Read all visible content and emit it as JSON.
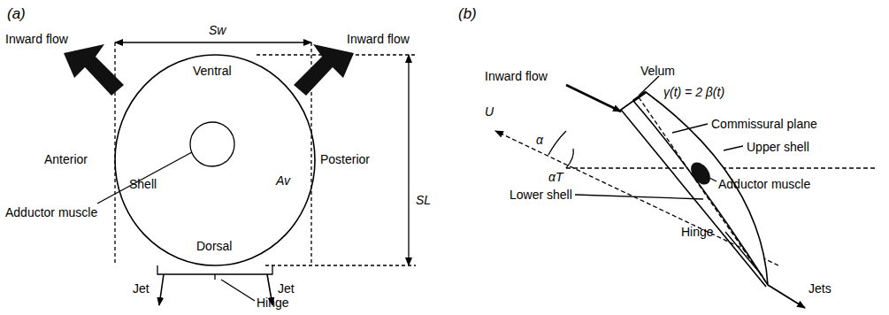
{
  "diagram": {
    "labels": [
      "(a)",
      "Sw",
      "Inward flow",
      "Inward flow",
      "Ventral",
      "Anterior",
      "Posterior",
      "Shell",
      "Adductor muscle",
      "Av",
      "Dorsal",
      "SL",
      "Jet",
      "Jet",
      "Hinge",
      "(b)",
      "Inward flow",
      "Velum",
      "γ(t) = 2 β(t)",
      "U",
      "α",
      "Commissural plane",
      "Upper shell",
      "αT",
      "Adductor muscle",
      "Lower shell",
      "Hinge",
      "Jets"
    ]
  }
}
